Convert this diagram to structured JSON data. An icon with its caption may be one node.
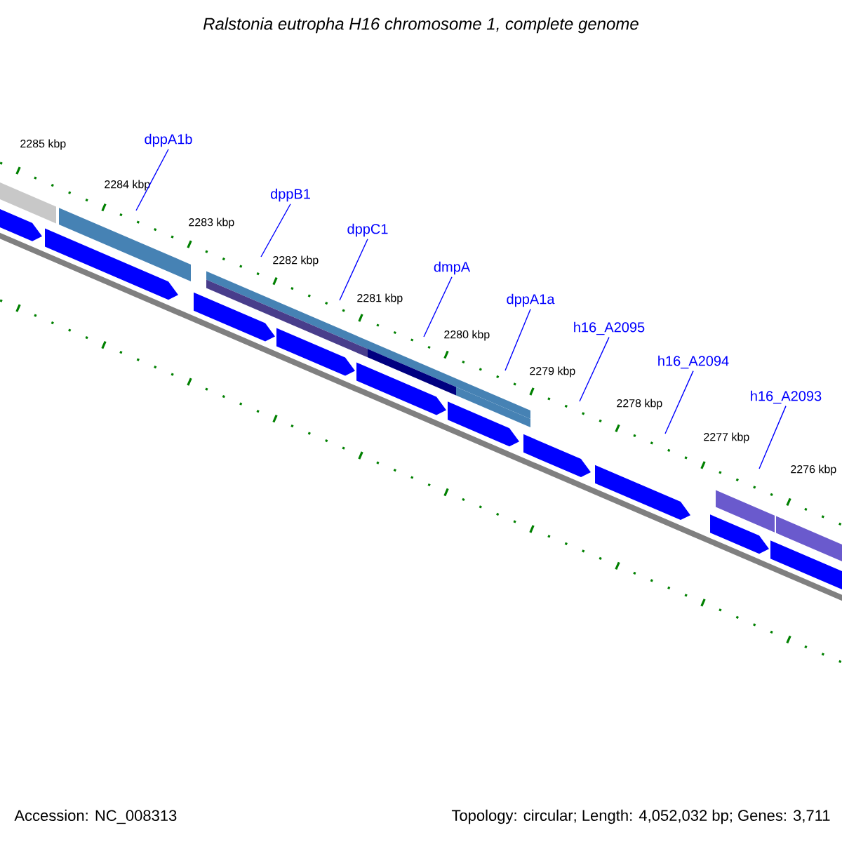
{
  "diagram": {
    "title": "Ralstonia eutropha H16 chromosome 1, complete genome",
    "nodes": [
      {
        "text": [
          "dppA1b"
        ]
      },
      {
        "text": [
          "dppB1"
        ]
      },
      {
        "text": [
          "dppC1"
        ]
      },
      {
        "text": [
          "dmpA"
        ]
      },
      {
        "text": [
          "dppA1a"
        ]
      },
      {
        "text": [
          "h16_A2095"
        ]
      },
      {
        "text": [
          "h16_A2094"
        ]
      },
      {
        "text": [
          "h16_A2093"
        ]
      }
    ],
    "edges": [
      {
        "from": 0,
        "to": null,
        "arrow": "none"
      },
      {
        "from": 1,
        "to": null,
        "arrow": "none"
      },
      {
        "from": 2,
        "to": null,
        "arrow": "none"
      },
      {
        "from": 3,
        "to": null,
        "arrow": "none"
      },
      {
        "from": 4,
        "to": null,
        "arrow": "none"
      },
      {
        "from": 5,
        "to": null,
        "arrow": "none"
      },
      {
        "from": 6,
        "to": null,
        "arrow": "none"
      },
      {
        "from": 7,
        "to": null,
        "arrow": "none"
      }
    ],
    "labels": [
      "2285 kbp",
      "2284 kbp",
      "2283 kbp",
      "2282 kbp",
      "2281 kbp",
      "2280 kbp",
      "2279 kbp",
      "2278 kbp",
      "2277 kbp",
      "2276 kbp",
      "Accession: NC_008313",
      "Topology: circular; Length: 4,052,032 bp; Genes: 3,711"
    ]
  }
}
